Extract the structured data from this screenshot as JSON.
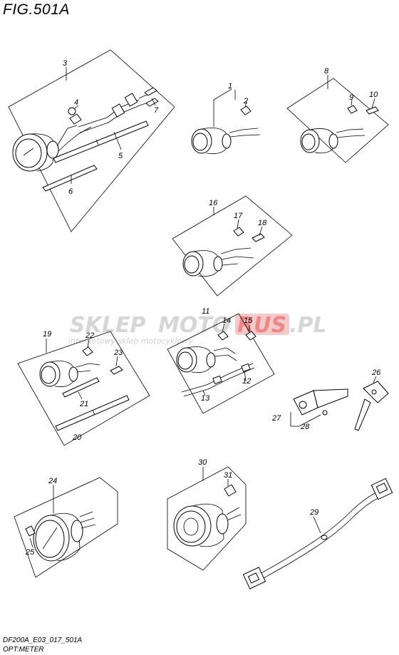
{
  "header": {
    "title": "FIG.501A"
  },
  "footer": {
    "line1": "DF200A_E03_017_501A",
    "line2": "OPT:METER"
  },
  "watermark": {
    "brand_a": "SKLEP",
    "brand_b": "MOTO",
    "brand_c": "RUS",
    "brand_d": ".PL",
    "tagline": "internetowy sklep motocyklowy"
  },
  "colors": {
    "line": "#000000",
    "watermark_gray": "#d6d6d6",
    "watermark_red": "#f2b8b8"
  },
  "callouts": [
    "1",
    "2",
    "3",
    "4",
    "5",
    "6",
    "7",
    "8",
    "9",
    "10",
    "11",
    "12",
    "13",
    "14",
    "15",
    "16",
    "17",
    "18",
    "19",
    "20",
    "21",
    "22",
    "23",
    "24",
    "25",
    "26",
    "27",
    "28",
    "29",
    "30",
    "31"
  ]
}
